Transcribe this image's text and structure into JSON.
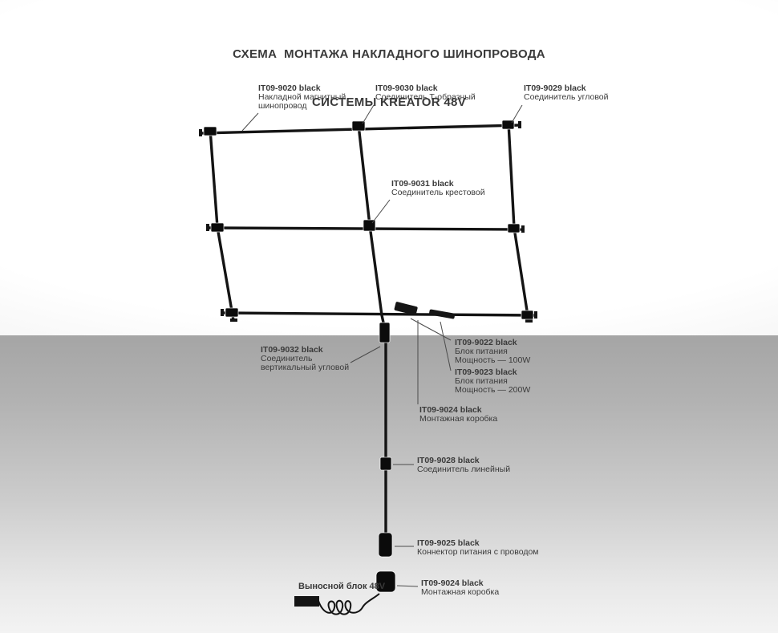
{
  "title": {
    "line1": "СХЕМА  МОНТАЖА НАКЛАДНОГО ШИНОПРОВОДА",
    "line2": "СИСТЕМЫ KREATOR 48V"
  },
  "parts": {
    "busbar": {
      "code": "IT09-9020 black",
      "desc": [
        "Накладной магнитный",
        "шинопровод"
      ]
    },
    "t_connector": {
      "code": "IT09-9030 black",
      "desc": [
        "Соединитель Т-образный"
      ]
    },
    "corner_connector": {
      "code": "IT09-9029 black",
      "desc": [
        "Соединитель угловой"
      ]
    },
    "cross_connector": {
      "code": "IT09-9031 black",
      "desc": [
        "Соединитель крестовой"
      ]
    },
    "vertical_corner": {
      "code": "IT09-9032 black",
      "desc": [
        "Соединитель",
        "вертикальный угловой"
      ]
    },
    "psu_100w": {
      "code": "IT09-9022 black",
      "desc": [
        "Блок питания",
        "Мощность — 100W"
      ]
    },
    "psu_200w": {
      "code": "IT09-9023 black",
      "desc": [
        "Блок питания",
        "Мощность — 200W"
      ]
    },
    "junction_box_top": {
      "code": "IT09-9024 black",
      "desc": [
        "Монтажная коробка"
      ]
    },
    "linear_connector": {
      "code": "IT09-9028 black",
      "desc": [
        "Соединитель линейный"
      ]
    },
    "power_connector": {
      "code": "IT09-9025 black",
      "desc": [
        "Коннектор питания с проводом"
      ]
    },
    "junction_box_wall": {
      "code": "IT09-9024 black",
      "desc": [
        "Монтажная коробка"
      ]
    },
    "remote_psu": {
      "label": "Выносной блок 48V"
    }
  },
  "colors": {
    "track": "#141414",
    "leader": "#4c4c4c",
    "label_text": "#3a3a3a"
  }
}
